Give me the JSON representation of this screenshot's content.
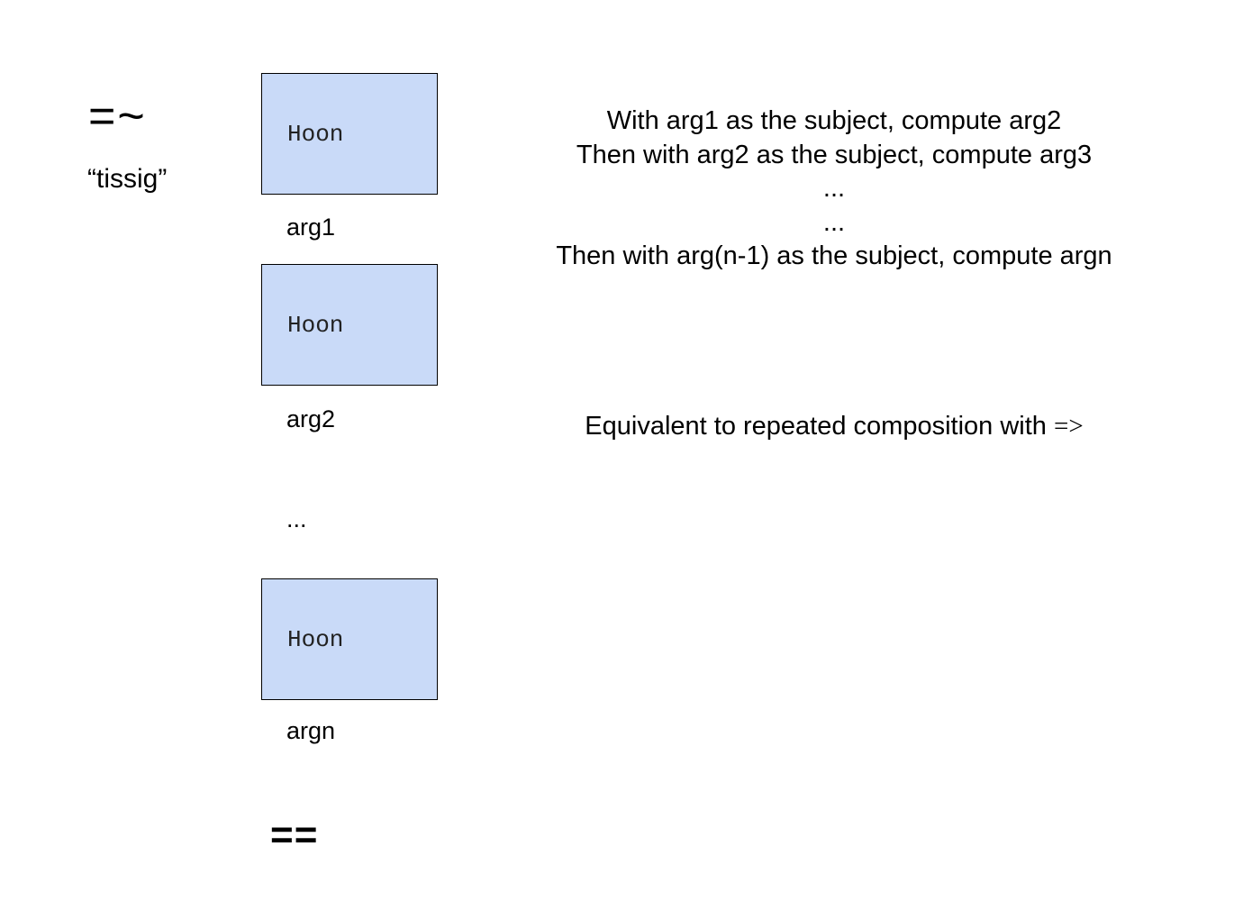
{
  "rune": {
    "glyph": "=~",
    "name": "“tissig”"
  },
  "children": [
    {
      "box_label": "Hoon",
      "arg_label": "arg1"
    },
    {
      "box_label": "Hoon",
      "arg_label": "arg2"
    },
    {
      "ellipsis": "..."
    },
    {
      "box_label": "Hoon",
      "arg_label": "argn"
    }
  ],
  "terminator": "==",
  "description": {
    "lines": [
      "With arg1 as the subject, compute arg2",
      "Then with arg2 as the subject, compute arg3",
      "...",
      "...",
      "Then with arg(n-1) as the subject, compute argn"
    ],
    "equivalence_text": "Equivalent to repeated composition with ",
    "equivalence_rune": "=>"
  },
  "colors": {
    "box_fill": "#c9daf8",
    "box_border": "#000000",
    "text": "#000000"
  }
}
